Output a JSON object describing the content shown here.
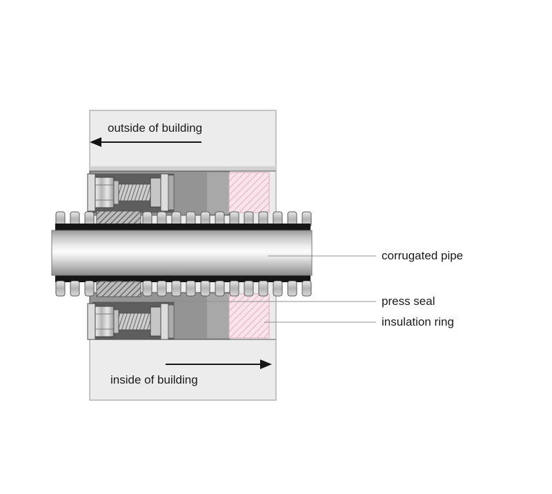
{
  "diagram": {
    "labels": {
      "outside": "outside of building",
      "inside": "inside of building",
      "corrugated_pipe": "corrugated pipe",
      "press_seal": "press seal",
      "insulation_ring": "insulation ring"
    },
    "colors": {
      "wall": "#ececec",
      "wall_edge": "#b3b3b3",
      "seal": "#949494",
      "seal_dark": "#5e5e5e",
      "insulation": "#f9e4ec",
      "insulation_hatch": "#e3b7c6",
      "pipe_band": "#161616",
      "leader_line": "#909090",
      "arrow": "#141414",
      "text": "#1a1a1a"
    }
  }
}
